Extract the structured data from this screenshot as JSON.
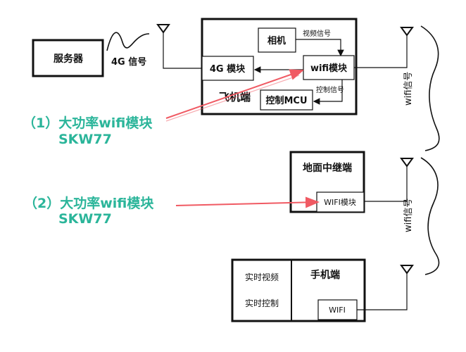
{
  "drone": {
    "label": "飞机端",
    "camera": "相机",
    "module_4g": "4G 模块",
    "wifi_module": "wifi模块",
    "mcu": "控制MCU",
    "video_signal": "视频信号",
    "control_signal": "控制信号"
  },
  "server": {
    "label": "服务器",
    "signal": "4G 信号"
  },
  "ground": {
    "label": "地面中继端",
    "wifi_module": "WIFI模块"
  },
  "phone": {
    "label": "手机端",
    "wifi": "WIFI",
    "realtime_video": "实时视频",
    "realtime_control": "实时控制"
  },
  "links": {
    "wifi_signal_1": "wifi信号",
    "wifi_signal_2": "wifi信号"
  },
  "callouts": [
    {
      "line1": "（1）大功率wifi模块",
      "line2": "SKW77"
    },
    {
      "line1": "（2）大功率wifi模块",
      "line2": "SKW77"
    }
  ],
  "colors": {
    "callout_text": "#2bb59a",
    "callout_arrow": "#f05a63"
  }
}
